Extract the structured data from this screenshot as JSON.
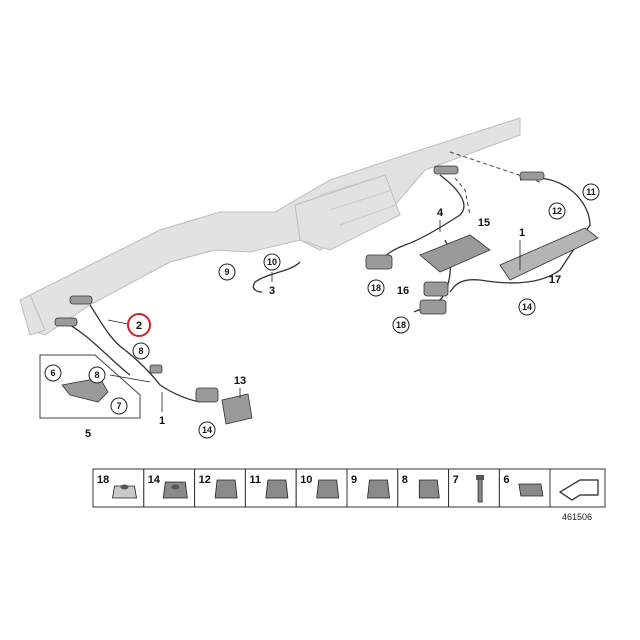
{
  "diagram": {
    "callouts": {
      "c1a": "1",
      "c1b": "1",
      "c2": "2",
      "c3": "3",
      "c4": "4",
      "c5": "5",
      "c6": "6",
      "c7": "7",
      "c8a": "8",
      "c8b": "8",
      "c9": "9",
      "c10": "10",
      "c11": "11",
      "c12": "12",
      "c13": "13",
      "c14a": "14",
      "c14b": "14",
      "c15": "15",
      "c16": "16",
      "c17": "17",
      "c18a": "18",
      "c18b": "18"
    },
    "highlighted_callout": "2",
    "highlight_color": "#d0202a"
  },
  "legend_strip": {
    "cells": [
      {
        "num": "18",
        "icon": "nut-icon"
      },
      {
        "num": "14",
        "icon": "flange-nut-icon"
      },
      {
        "num": "12",
        "icon": "cable-clip-icon"
      },
      {
        "num": "11",
        "icon": "double-clip-icon"
      },
      {
        "num": "10",
        "icon": "clip-holder-icon"
      },
      {
        "num": "9",
        "icon": "clip-icon"
      },
      {
        "num": "8",
        "icon": "clamp-icon"
      },
      {
        "num": "7",
        "icon": "screw-icon"
      },
      {
        "num": "6",
        "icon": "sleeve-icon"
      }
    ],
    "arrow_icon": "view-arrow-icon"
  },
  "document_number": "461506"
}
